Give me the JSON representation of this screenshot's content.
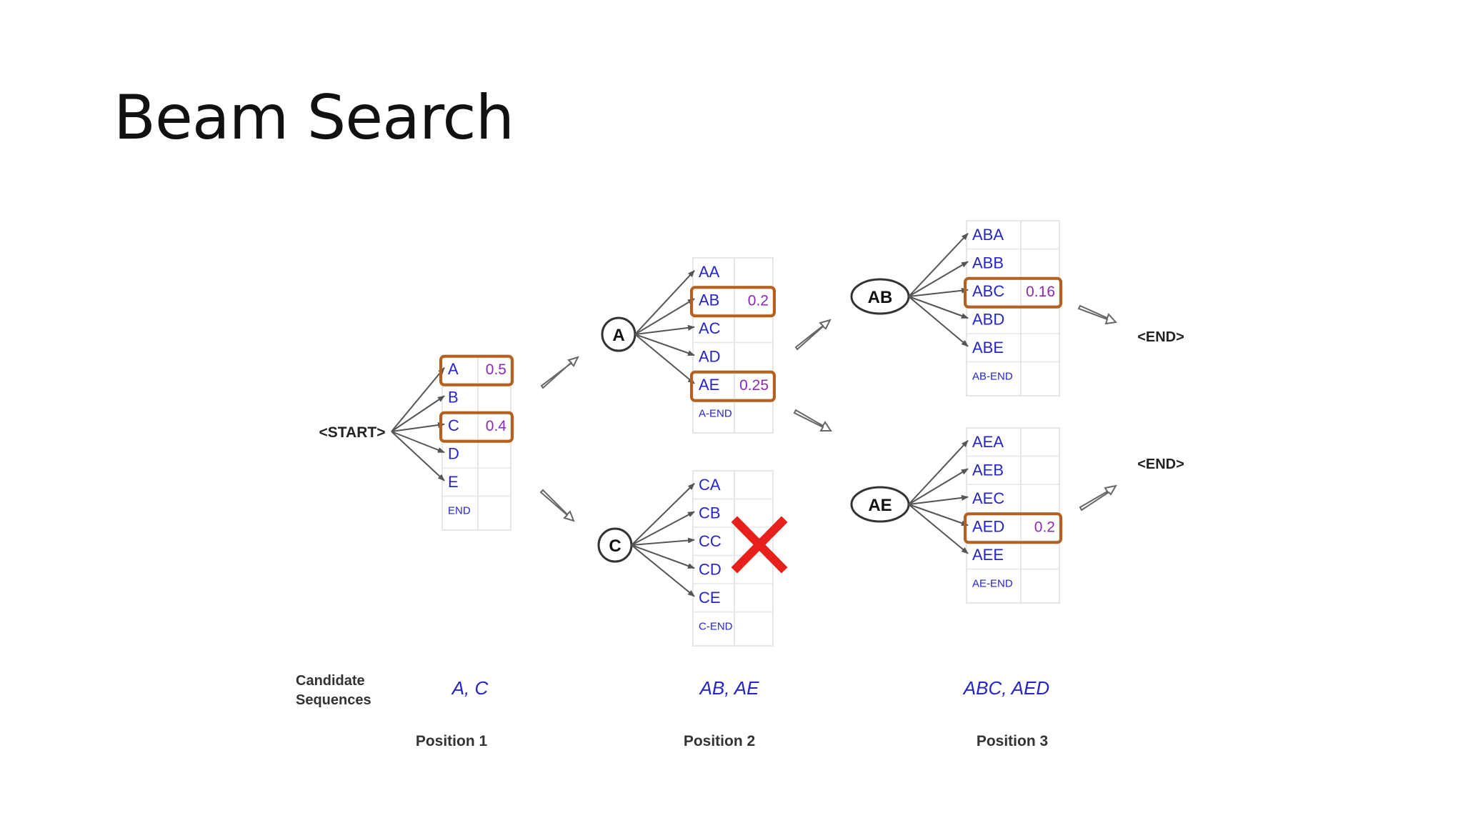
{
  "title": "Beam Search",
  "start_label": "<START>",
  "end_labels": [
    "<END>",
    "<END>"
  ],
  "position1": {
    "items": [
      "A",
      "B",
      "C",
      "D",
      "E",
      "END"
    ],
    "scores": {
      "0": "0.5",
      "2": "0.4"
    }
  },
  "node_a": {
    "label": "A",
    "items": [
      "AA",
      "AB",
      "AC",
      "AD",
      "AE",
      "A-END"
    ],
    "scores": {
      "1": "0.2",
      "4": "0.25"
    }
  },
  "node_c": {
    "label": "C",
    "items": [
      "CA",
      "CB",
      "CC",
      "CD",
      "CE",
      "C-END"
    ],
    "scores": {}
  },
  "node_ab": {
    "label": "AB",
    "items": [
      "ABA",
      "ABB",
      "ABC",
      "ABD",
      "ABE",
      "AB-END"
    ],
    "scores": {
      "2": "0.16"
    }
  },
  "node_ae": {
    "label": "AE",
    "items": [
      "AEA",
      "AEB",
      "AEC",
      "AED",
      "AEE",
      "AE-END"
    ],
    "scores": {
      "3": "0.2"
    }
  },
  "candidate_label": [
    "Candidate",
    "Sequences"
  ],
  "candidates": [
    "A, C",
    "AB, AE",
    "ABC, AED"
  ],
  "positions": [
    "Position 1",
    "Position 2",
    "Position 3"
  ],
  "colors": {
    "item_text": "#2525c8",
    "score_text": "#8a2ab5",
    "highlight_border": "#b5601e",
    "pruned_mark": "#e8201c",
    "arrow": "#555555",
    "grid": "#e6e6e6"
  }
}
